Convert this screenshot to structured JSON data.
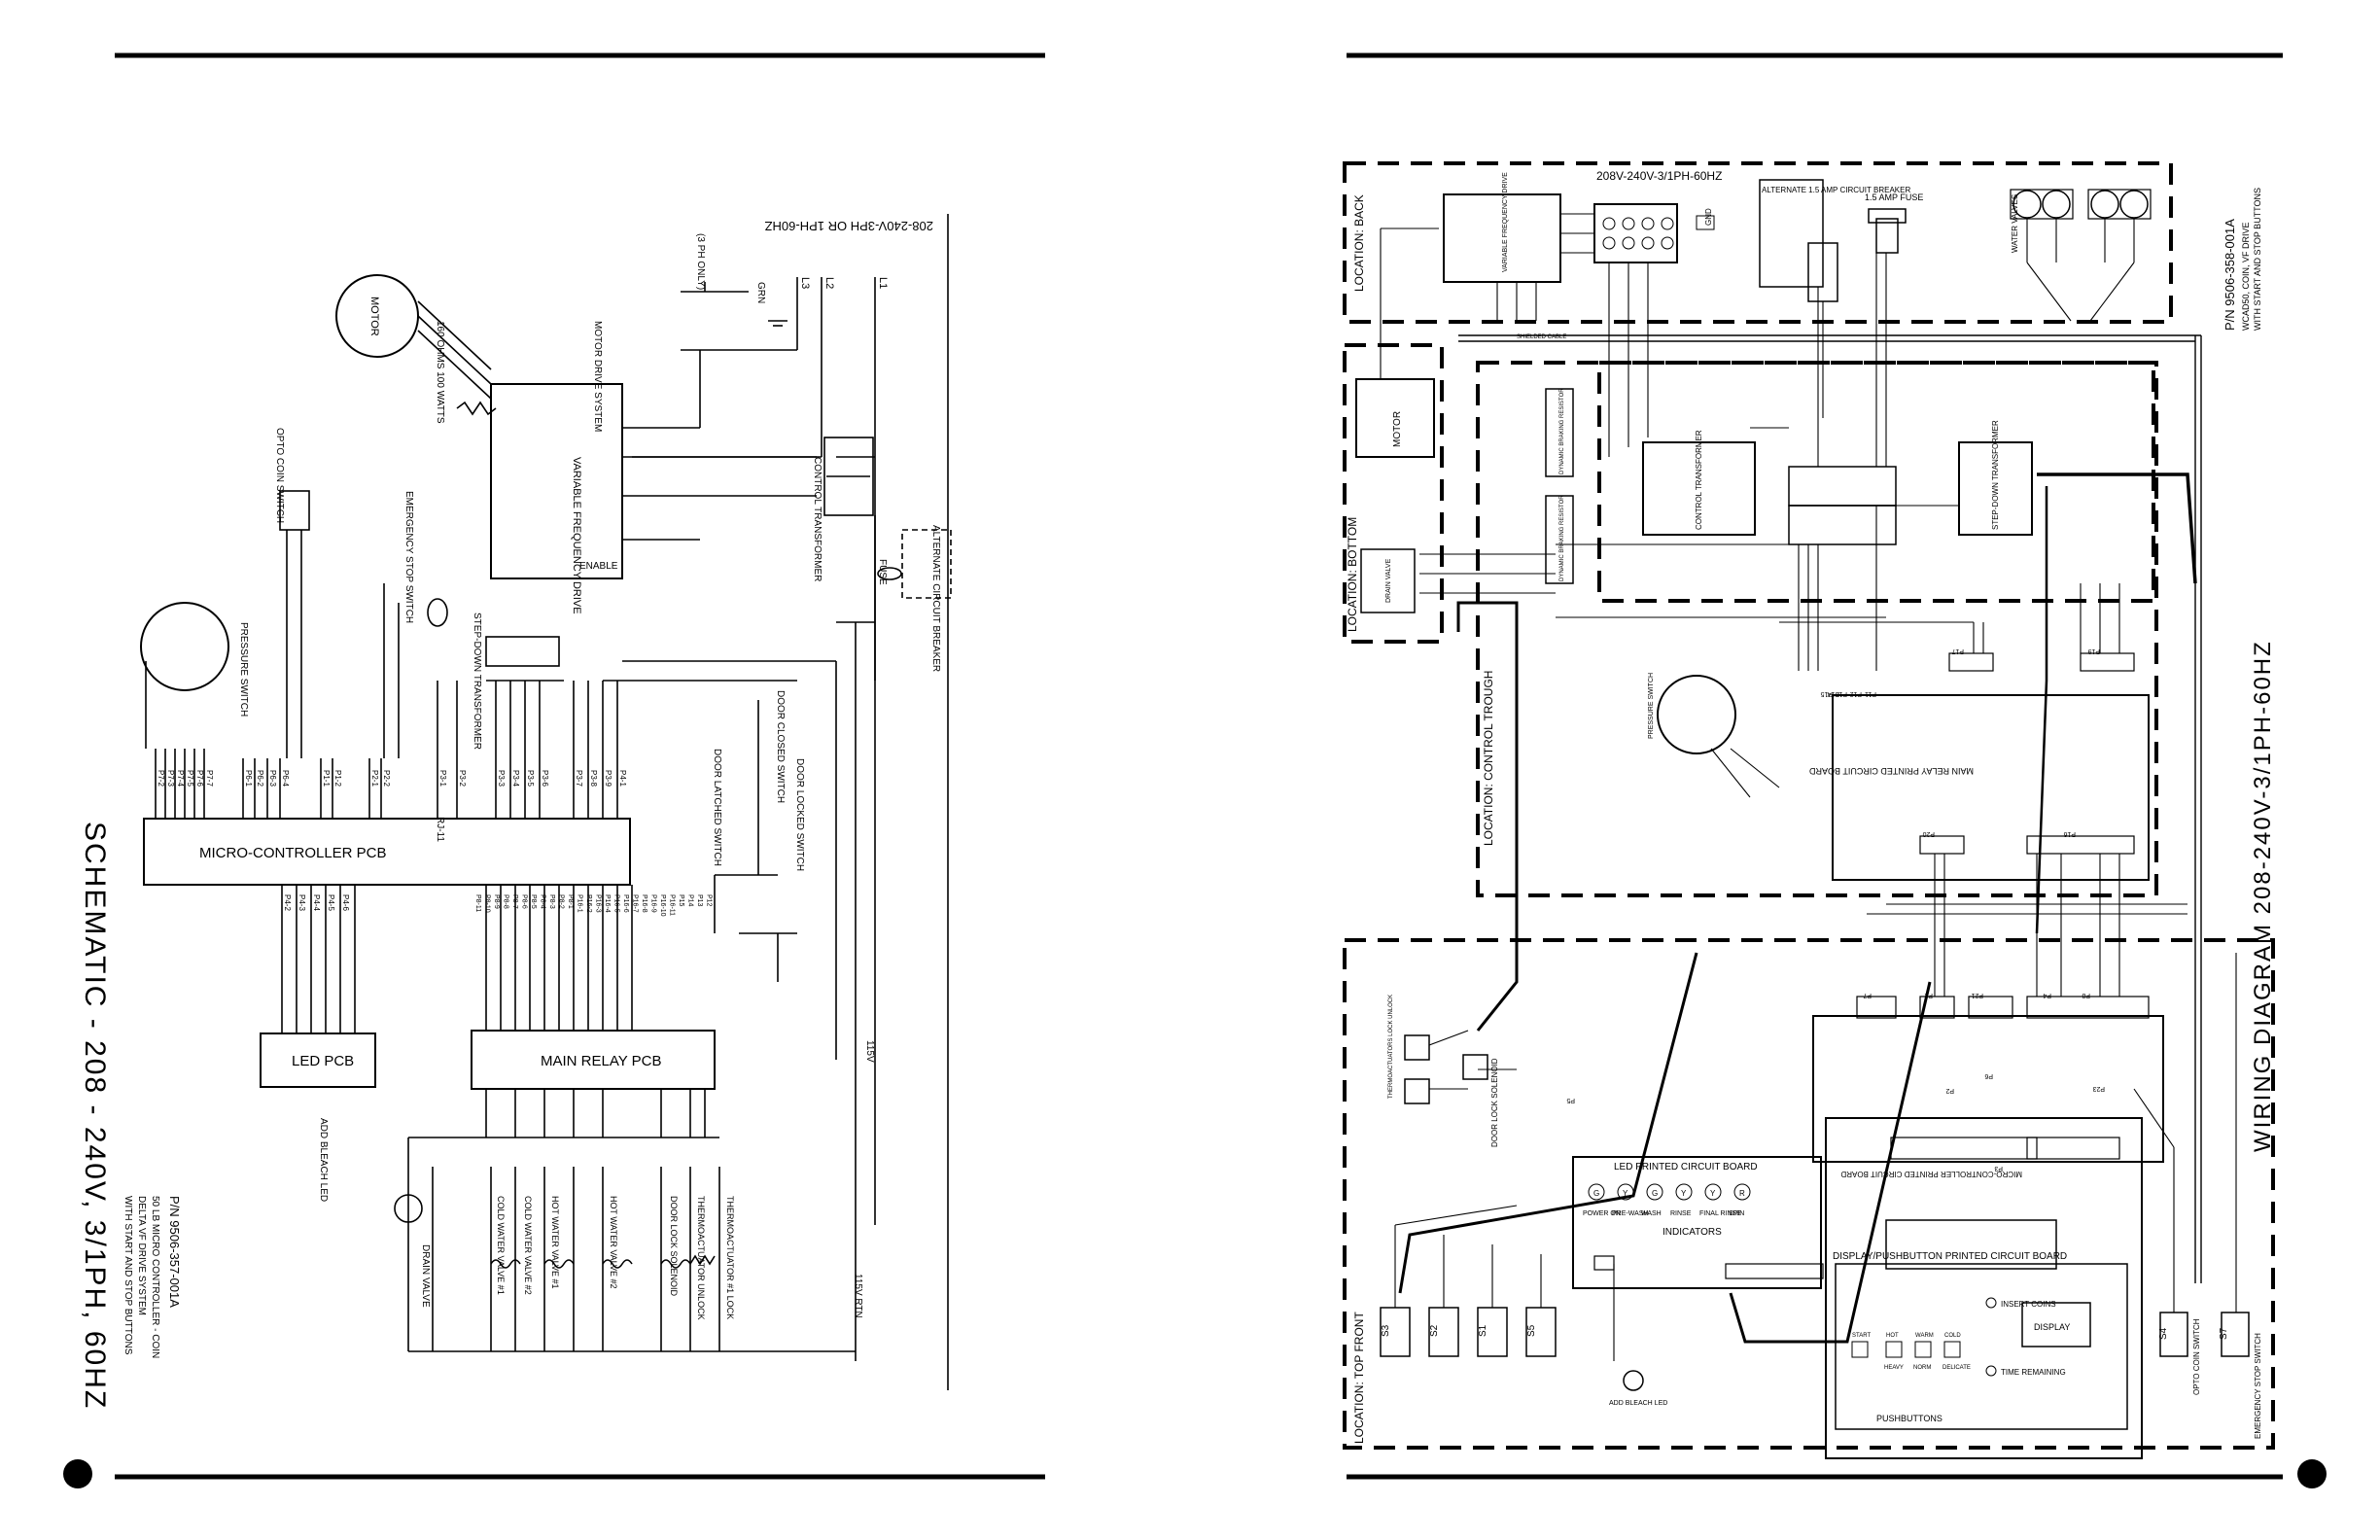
{
  "left": {
    "title": "SCHEMATIC - 208 - 240V, 3/1PH, 60HZ",
    "part_no": "P/N 9506-357-001A",
    "desc1": "50 LB MICRO CONTROLLER - COIN",
    "desc2": "DELTA VF DRIVE SYSTEM",
    "desc3": "WITH START AND STOP BUTTONS",
    "supply": "208-240V-3PH OR 1PH-60HZ",
    "ph3_only": "(3 PH ONLY)",
    "lines": [
      "L1",
      "L2",
      "L3"
    ],
    "grn": "GRN",
    "motor": "MOTOR",
    "vfd": "VARIABLE FREQUENCY DRIVE",
    "mds": "MOTOR DRIVE SYSTEM",
    "resistor": "160 OHMS 100 WATTS",
    "control_transformer": "CONTROL TRANSFORMER",
    "step_down": "STEP-DOWN TRANSFORMER",
    "micro_pcb": "MICRO-CONTROLLER PCB",
    "main_relay": "MAIN RELAY PCB",
    "led_pcb": "LED PCB",
    "opto": "OPTO COIN SWITCH",
    "pressure": "PRESSURE SWITCH",
    "estop": "EMERGENCY STOP SWITCH",
    "door_closed": "DOOR CLOSED SWITCH",
    "door_latched": "DOOR LATCHED SWITCH",
    "door_locked": "DOOR LOCKED SWITCH",
    "alt_breaker": "ALTERNATE CIRCUIT BREAKER",
    "fuse": "FUSE",
    "v115": "115V",
    "v115rtn": "115V RTN",
    "add_bleach": "ADD BLEACH LED",
    "drain": "DRAIN VALVE",
    "enable": "ENABLE",
    "rj11": "RJ-11",
    "loads": [
      "COLD WATER VALVE #1",
      "COLD WATER VALVE #2",
      "HOT WATER VALVE #1",
      "HOT WATER VALVE #2",
      "DOOR LOCK SOLENOID",
      "THERMOACTUATOR UNLOCK",
      "THERMOACTUATOR #1 LOCK"
    ],
    "micro_pins": [
      "P7-2",
      "P7-3",
      "P7-4",
      "P7-5",
      "P7-6",
      "P7-7",
      "P6-1",
      "P6-2",
      "P6-3",
      "P6-4",
      "P1-1",
      "P1-2",
      "P2-1",
      "P2-2",
      "P3-1",
      "P3-2",
      "P3-3",
      "P3-4",
      "P3-5",
      "P3-6",
      "P3-7",
      "P3-8",
      "P3-9",
      "P4-1",
      "P4-2",
      "P4-3",
      "P4-4",
      "P4-5",
      "P4-6"
    ],
    "relay_pins": [
      "P8-11",
      "P8-10",
      "P8-9",
      "P8-8",
      "P8-7",
      "P8-6",
      "P8-5",
      "P8-4",
      "P8-3",
      "P8-2",
      "P8-1",
      "P16-1",
      "P16-2",
      "P16-3",
      "P16-4",
      "P16-5",
      "P16-6",
      "P16-7",
      "P16-8",
      "P16-9",
      "P16-10",
      "P16-11",
      "P15",
      "P14",
      "P13",
      "P12"
    ]
  },
  "right": {
    "title": "WIRING DIAGRAM 208-240V-3/1PH-60HZ",
    "part_no": "P/N 9506-358-001A",
    "desc1": "WCAD50, COIN, VF DRIVE",
    "desc2": "WITH START AND STOP BUTTONS",
    "supply": "208V-240V-3/1PH-60HZ",
    "loc_back": "LOCATION: BACK",
    "loc_bottom": "LOCATION: BOTTOM",
    "loc_trough": "LOCATION: CONTROL TROUGH",
    "loc_front": "LOCATION: TOP FRONT",
    "vfd": "VARIABLE FREQUENCY DRIVE",
    "alt_breaker": "ALTERNATE 1.5 AMP CIRCUIT BREAKER",
    "fuse": "1.5 AMP FUSE",
    "water_valves": "WATER VALVES",
    "motor": "MOTOR",
    "drain": "DRAIN VALVE",
    "dyn_res1": "DYNAMIC BRAKING RESISTOR",
    "dyn_res2": "DYNAMIC BRAKING RESISTOR",
    "control_transformer": "CONTROL TRANSFORMER",
    "step_down": "STEP-DOWN TRANSFORMER",
    "main_relay": "MAIN RELAY PRINTED CIRCUIT BOARD",
    "pressure": "PRESSURE SWITCH",
    "micro": "MICRO-CONTROLLER PRINTED CIRCUIT BOARD",
    "led_board": "LED PRINTED CIRCUIT BOARD",
    "indicators": "INDICATORS",
    "display_board": "DISPLAY/PUSHBUTTON PRINTED CIRCUIT BOARD",
    "pushbuttons": "PUSHBUTTONS",
    "display": "DISPLAY",
    "insert_coins": "INSERT COINS",
    "time_remaining": "TIME REMAINING",
    "door_lock": "DOOR LOCK SOLENOID",
    "thermo": "THERMOACTUATORS LOCK UNLOCK",
    "add_bleach": "ADD BLEACH LED",
    "opto": "OPTO COIN SWITCH",
    "estop": "EMERGENCY STOP SWITCH",
    "shielded": "SHIELDED CABLE",
    "gnd": "GND",
    "led_labels": [
      "POWER ON",
      "PRE-WASH",
      "WASH",
      "RINSE",
      "FINAL RINSE",
      "SPIN"
    ],
    "led_glyphs": [
      "G",
      "Y",
      "G",
      "Y",
      "Y",
      "R"
    ],
    "buttons": [
      "START",
      "HOT",
      "WARM",
      "COLD"
    ],
    "button_sub": [
      "",
      "HEAVY",
      "NORM",
      "DELICATE"
    ],
    "switches": [
      "S3",
      "S2",
      "S1",
      "S5",
      "S4",
      "S7"
    ],
    "plugs": [
      "P13",
      "P12",
      "P11",
      "P15",
      "P14",
      "P17",
      "P19",
      "P20",
      "P16",
      "P7",
      "P1",
      "P21",
      "P4",
      "P8",
      "P2",
      "P6",
      "P23",
      "P3",
      "P5"
    ]
  },
  "colors": {
    "line": "#000000",
    "background": "#ffffff"
  }
}
